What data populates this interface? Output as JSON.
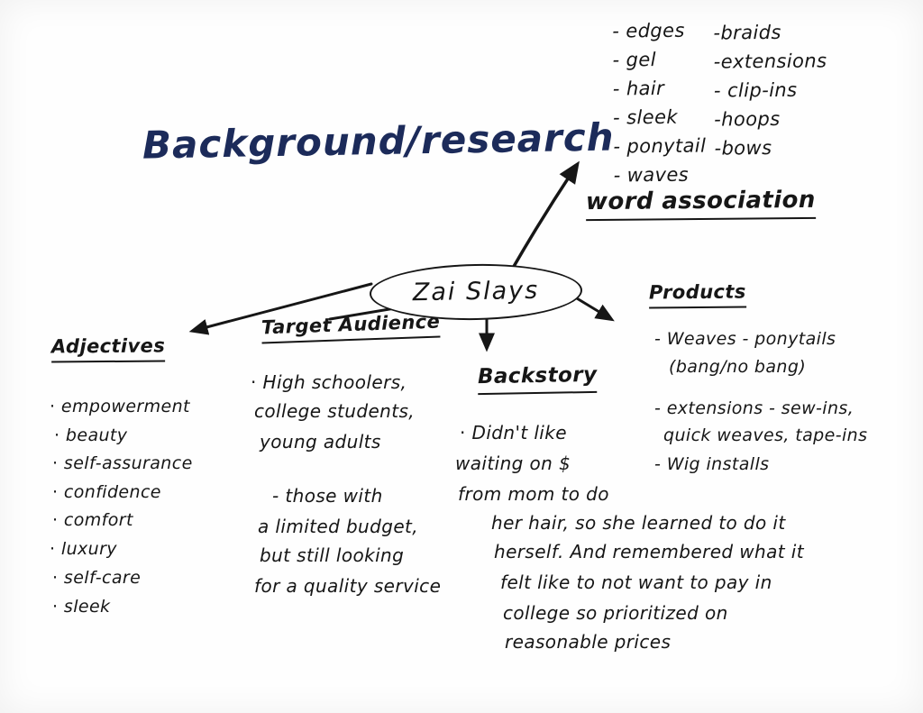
{
  "page": {
    "title": "Background/research"
  },
  "center_node": {
    "label": "Zai Slays"
  },
  "word_association": {
    "heading": "word association",
    "left_column": [
      "- edges",
      "- gel",
      "- hair",
      "- sleek",
      "- ponytail",
      "- waves"
    ],
    "right_column": [
      "-braids",
      "-extensions",
      "- clip-ins",
      "-hoops",
      "-bows"
    ]
  },
  "adjectives": {
    "heading": "Adjectives",
    "items": [
      "empowerment",
      "beauty",
      "self-assurance",
      "confidence",
      "comfort",
      "luxury",
      "self-care",
      "sleek"
    ]
  },
  "target_audience": {
    "heading": "Target Audience",
    "lines": [
      "High schoolers,",
      "college students,",
      "young adults",
      "- those with",
      "a limited budget,",
      "but still looking",
      "for a quality service"
    ]
  },
  "backstory": {
    "heading": "Backstory",
    "lines": [
      "Didn't like",
      "waiting on $",
      "from mom to do",
      "her hair, so she learned to do it",
      "herself. And remembered what it",
      "felt like to not want to pay in",
      "college so prioritized on",
      "reasonable prices"
    ]
  },
  "products": {
    "heading": "Products",
    "lines": [
      "- Weaves - ponytails",
      "(bang/no bang)",
      "- extensions - sew-ins,",
      "quick weaves, tape-ins",
      "- Wig installs"
    ]
  },
  "colors": {
    "title_ink": "#1c2b5a",
    "pen_ink": "#161616"
  }
}
